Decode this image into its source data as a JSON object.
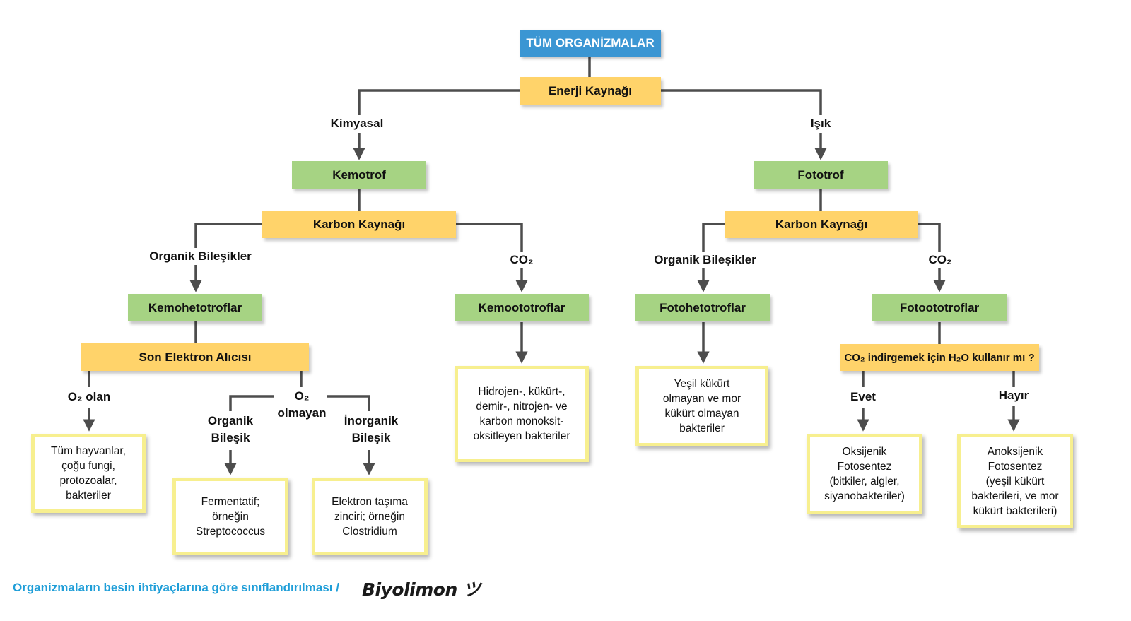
{
  "root": "TÜM ORGANİZMALAR",
  "energy_source": "Enerji Kaynağı",
  "branch_chemical": "Kimyasal",
  "branch_light": "Işık",
  "chemotroph": "Kemotrof",
  "phototroph": "Fototrof",
  "carbon_source_left": "Karbon Kaynağı",
  "carbon_source_right": "Karbon Kaynağı",
  "organic_compounds_left": "Organik Bileşikler",
  "co2_left": "CO₂",
  "organic_compounds_right": "Organik Bileşikler",
  "co2_right": "CO₂",
  "chemoheterotrophs": "Kemohetotroflar",
  "chemoautotrophs": "Kemoototroflar",
  "photoheterotrophs": "Fotohetotroflar",
  "photoautotrophs": "Fotoototroflar",
  "final_electron_acceptor": "Son Elektron Alıcısı",
  "o2_present": "O₂ olan",
  "o2_absent": "O₂\nolmayan",
  "organic_compound": "Organik\nBileşik",
  "inorganic_compound": "İnorganik\nBileşik",
  "h2o_question": "CO₂ indirgemek için H₂O kullanır mı ?",
  "yes": "Evet",
  "no": "Hayır",
  "box_animals": "Tüm hayvanlar,\nçoğu fungi,\nprotozoalar,\nbakteriler",
  "box_fermentative": "Fermentatif;\nörneğin\nStreptococcus",
  "box_electron_transport": "Elektron taşıma\nzinciri; örneğin\nClostridium",
  "box_chemoautotroph_bacteria": "Hidrojen-, kükürt-,\ndemir-, nitrojen- ve\nkarbon monoksit-\noksitleyen bakteriler",
  "box_photoheterotroph_bacteria": "Yeşil kükürt\nolmayan ve mor\nkükürt olmayan\nbakteriler",
  "box_oxygenic": "Oksijenik\nFotosentez\n(bitkiler, algler,\nsiyanobakteriler)",
  "box_anoxygenic": "Anoksijenik\nFotosentez\n(yeşil kükürt\nbakterileri, ve mor\nkükürt bakterileri)",
  "caption": "Organizmaların besin ihtiyaçlarına göre sınıflandırılması /",
  "logo": "Biyolimon ツ",
  "colors": {
    "root": "#3b96d3",
    "decision": "#ffd36a",
    "group": "#a6d383",
    "leaf_border": "#f7ef8f",
    "connector": "#4d4d4d",
    "caption": "#1f9ed8"
  }
}
